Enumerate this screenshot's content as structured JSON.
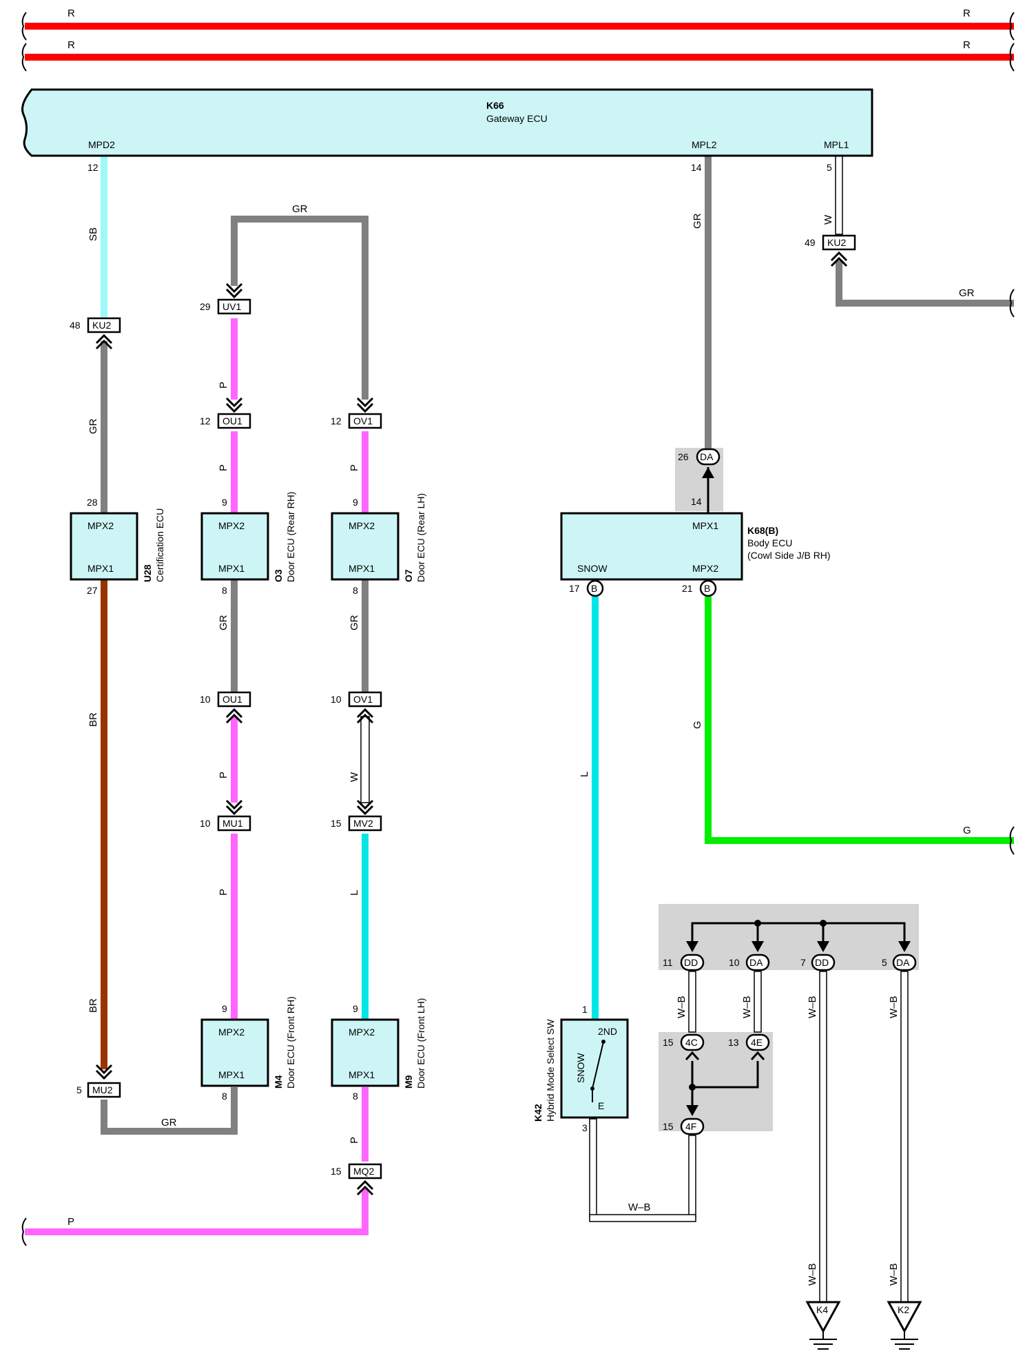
{
  "colors": {
    "R": "#ff0000",
    "SB": "#9ef8f8",
    "GR": "#808080",
    "P": "#ff66ff",
    "BR": "#993300",
    "L": "#00e6e6",
    "G": "#00ee00",
    "W": "#ffffff",
    "component_fill": "#cdf5f5",
    "shade": "#d4d4d4"
  },
  "power_lines": [
    {
      "left": "R",
      "right": "R"
    },
    {
      "left": "R",
      "right": "R"
    }
  ],
  "gateway": {
    "id": "K66",
    "name": "Gateway ECU",
    "pin_mpd2": "MPD2",
    "pin_mpl2": "MPL2",
    "pin_mpl1": "MPL1",
    "num_mpd2": "12",
    "num_mpl2": "14",
    "num_mpl1": "5"
  },
  "body_ecu": {
    "id": "K68(B)",
    "name": "Body ECU",
    "location": "(Cowl Side J/B RH)",
    "pin_mpx1": "MPX1",
    "pin_mpx2": "MPX2",
    "pin_snow": "SNOW",
    "num_mpx1": "14",
    "num_snow": "17",
    "num_mpx2": "21",
    "conn_b": "B"
  },
  "u28": {
    "id": "U28",
    "name": "Certification ECU",
    "pin_top": "MPX2",
    "pin_bottom": "MPX1",
    "num_top": "28",
    "num_bottom": "27"
  },
  "o3": {
    "id": "O3",
    "name": "Door ECU (Rear RH)",
    "pin_top": "MPX2",
    "pin_bottom": "MPX1",
    "num_top": "9",
    "num_bottom": "8"
  },
  "o7": {
    "id": "O7",
    "name": "Door ECU (Rear LH)",
    "pin_top": "MPX2",
    "pin_bottom": "MPX1",
    "num_top": "9",
    "num_bottom": "8"
  },
  "m4": {
    "id": "M4",
    "name": "Door ECU (Front RH)",
    "pin_top": "MPX2",
    "pin_bottom": "MPX1",
    "num_top": "9",
    "num_bottom": "8"
  },
  "m9": {
    "id": "M9",
    "name": "Door ECU (Front LH)",
    "pin_top": "MPX2",
    "pin_bottom": "MPX1",
    "num_top": "9",
    "num_bottom": "8"
  },
  "k42": {
    "id": "K42",
    "name": "Hybrid Mode Select SW",
    "pos_2nd": "2ND",
    "pos_snow": "SNOW",
    "pos_e": "E",
    "num_1": "1",
    "num_3": "3"
  },
  "connectors": {
    "ku2_48": {
      "code": "KU2",
      "num": "48"
    },
    "ku2_49": {
      "code": "KU2",
      "num": "49"
    },
    "uv1": {
      "code": "UV1",
      "num": "29"
    },
    "ou1_12": {
      "code": "OU1",
      "num": "12"
    },
    "ov1_12": {
      "code": "OV1",
      "num": "12"
    },
    "ou1_10": {
      "code": "OU1",
      "num": "10"
    },
    "ov1_10": {
      "code": "OV1",
      "num": "10"
    },
    "mu1": {
      "code": "MU1",
      "num": "10"
    },
    "mv2": {
      "code": "MV2",
      "num": "15"
    },
    "mu2": {
      "code": "MU2",
      "num": "5"
    },
    "mq2": {
      "code": "MQ2",
      "num": "15"
    },
    "da_26": {
      "code": "DA",
      "num": "26"
    },
    "dd_11": {
      "code": "DD",
      "num": "11"
    },
    "da_10": {
      "code": "DA",
      "num": "10"
    },
    "dd_7": {
      "code": "DD",
      "num": "7"
    },
    "da_5": {
      "code": "DA",
      "num": "5"
    },
    "c4c": {
      "code": "4C",
      "num": "15"
    },
    "c4e": {
      "code": "4E",
      "num": "13"
    },
    "c4f": {
      "code": "4F",
      "num": "15"
    }
  },
  "wire_labels": {
    "sb": "SB",
    "gr_u28": "GR",
    "br_1": "BR",
    "br_2": "BR",
    "gr_mu2": "GR",
    "gr_top": "GR",
    "p_o3_a": "P",
    "p_o3_b": "P",
    "gr_o3": "GR",
    "p_o3_c": "P",
    "p_m4": "P",
    "p_o7": "P",
    "gr_o7": "GR",
    "w_o7": "W",
    "l_m9": "L",
    "p_m9": "P",
    "p_bottom": "P",
    "gr_k66": "GR",
    "w_mpl1": "W",
    "gr_ku2": "GR",
    "l_snow": "L",
    "g_vert": "G",
    "g_horiz": "G",
    "wb_1": "W–B",
    "wb_2": "W–B",
    "wb_3": "W–B",
    "wb_4": "W–B",
    "wb_switch": "W–B",
    "wb_k4": "W–B",
    "wb_k2": "W–B"
  },
  "grounds": {
    "k4": "K4",
    "k2": "K2"
  }
}
